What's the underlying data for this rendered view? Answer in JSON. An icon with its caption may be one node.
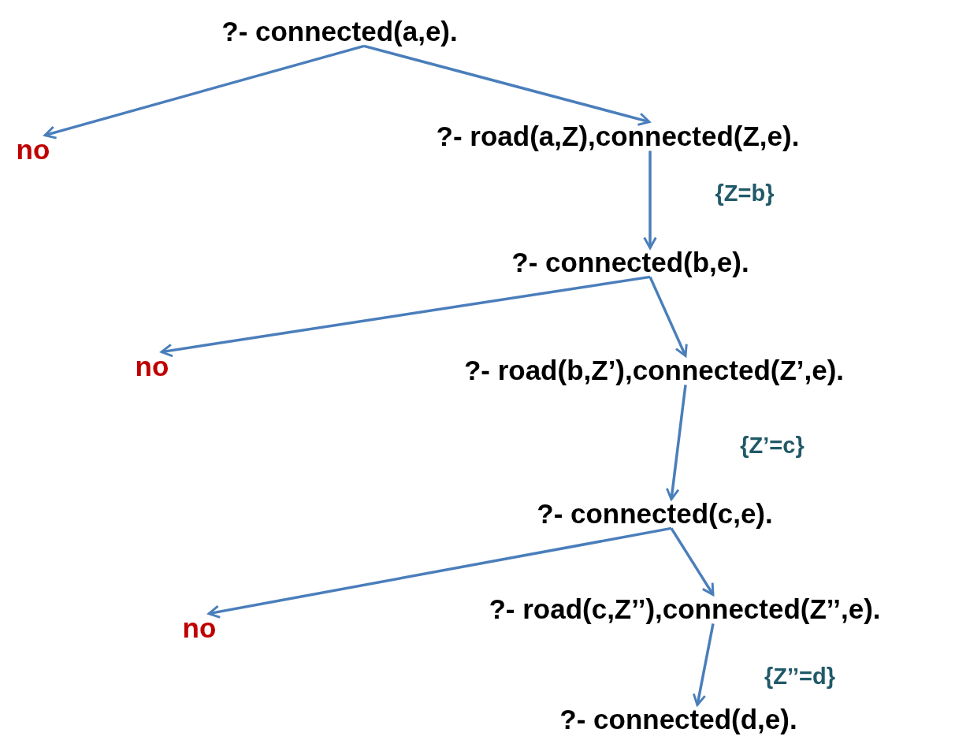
{
  "diagram": {
    "nodes": [
      {
        "text": [
          "?- connected(a,e)."
        ]
      },
      {
        "text": [
          "no"
        ]
      },
      {
        "text": [
          "?- road(a,Z),connected(Z,e)."
        ]
      },
      {
        "text": [
          "?- connected(b,e)."
        ]
      },
      {
        "text": [
          "no"
        ]
      },
      {
        "text": [
          "?- road(b,Z’),connected(Z’,e)."
        ]
      },
      {
        "text": [
          "?- connected(c,e)."
        ]
      },
      {
        "text": [
          "no"
        ]
      },
      {
        "text": [
          "?- road(c,Z’’),connected(Z’’,e)."
        ]
      },
      {
        "text": [
          "?- connected(d,e)."
        ]
      }
    ],
    "edges": [
      {
        "from": 0,
        "to": 1,
        "arrow": "to"
      },
      {
        "from": 0,
        "to": 2,
        "arrow": "to"
      },
      {
        "from": 2,
        "to": 3,
        "arrow": "to",
        "label": "{Z=b}"
      },
      {
        "from": 3,
        "to": 4,
        "arrow": "to"
      },
      {
        "from": 3,
        "to": 5,
        "arrow": "to"
      },
      {
        "from": 5,
        "to": 6,
        "arrow": "to",
        "label": "{Z’=c}"
      },
      {
        "from": 6,
        "to": 7,
        "arrow": "to"
      },
      {
        "from": 6,
        "to": 8,
        "arrow": "to"
      },
      {
        "from": 8,
        "to": 9,
        "arrow": "to",
        "label": "{Z’’=d}"
      }
    ]
  }
}
